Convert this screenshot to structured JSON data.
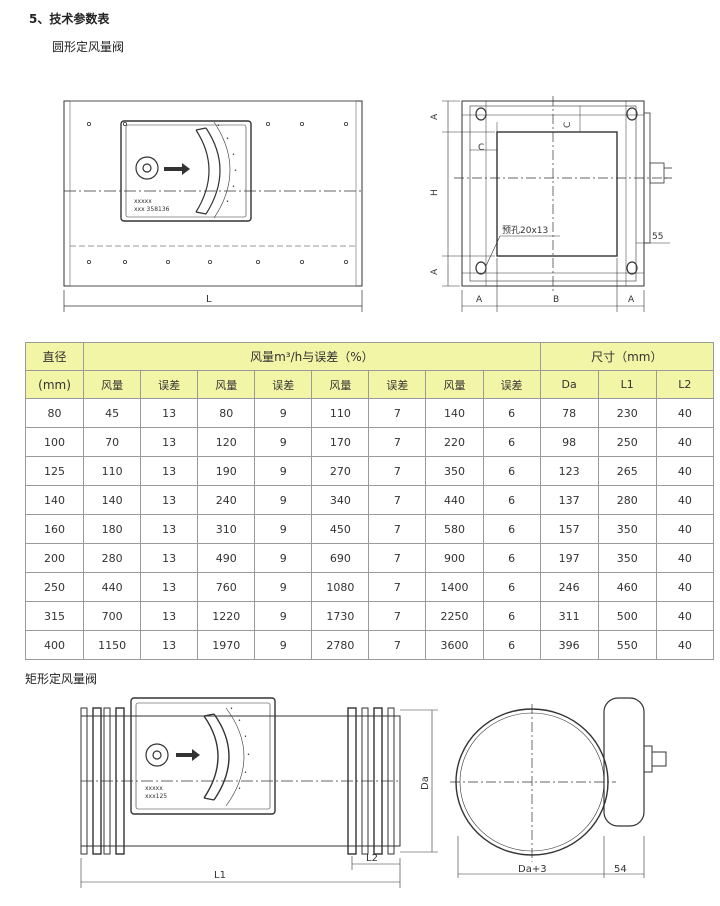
{
  "section_title": "5、技术参数表",
  "round_title": "圆形定风量阀",
  "rect_title": "矩形定风量阀",
  "diagram_top": {
    "label_L": "L",
    "label_A": "A",
    "label_H": "H",
    "label_C": "C",
    "label_B": "B",
    "label_55": "55",
    "hole_label": "预孔20x13",
    "tag_line1": "xxxxx",
    "tag_line2": "xxx 358136"
  },
  "diagram_bottom": {
    "label_L1": "L1",
    "label_L2": "L2",
    "label_Da": "Da",
    "label_Da3": "Da+3",
    "label_54": "54",
    "tag_line1": "xxxxx",
    "tag_line2": "xxx125"
  },
  "table": {
    "col_diameter": "直径",
    "col_diameter_unit": "(mm)",
    "group_airflow": "风量m³/h与误差（%）",
    "group_size": "尺寸（mm）",
    "sub_headers": [
      "风量",
      "误差",
      "风量",
      "误差",
      "风量",
      "误差",
      "风量",
      "误差",
      "Da",
      "L1",
      "L2"
    ],
    "rows": [
      {
        "d": "80",
        "v": [
          "45",
          "13",
          "80",
          "9",
          "110",
          "7",
          "140",
          "6",
          "78",
          "230",
          "40"
        ]
      },
      {
        "d": "100",
        "v": [
          "70",
          "13",
          "120",
          "9",
          "170",
          "7",
          "220",
          "6",
          "98",
          "250",
          "40"
        ]
      },
      {
        "d": "125",
        "v": [
          "110",
          "13",
          "190",
          "9",
          "270",
          "7",
          "350",
          "6",
          "123",
          "265",
          "40"
        ]
      },
      {
        "d": "140",
        "v": [
          "140",
          "13",
          "240",
          "9",
          "340",
          "7",
          "440",
          "6",
          "137",
          "280",
          "40"
        ]
      },
      {
        "d": "160",
        "v": [
          "180",
          "13",
          "310",
          "9",
          "450",
          "7",
          "580",
          "6",
          "157",
          "350",
          "40"
        ]
      },
      {
        "d": "200",
        "v": [
          "280",
          "13",
          "490",
          "9",
          "690",
          "7",
          "900",
          "6",
          "197",
          "350",
          "40"
        ]
      },
      {
        "d": "250",
        "v": [
          "440",
          "13",
          "760",
          "9",
          "1080",
          "7",
          "1400",
          "6",
          "246",
          "460",
          "40"
        ]
      },
      {
        "d": "315",
        "v": [
          "700",
          "13",
          "1220",
          "9",
          "1730",
          "7",
          "2250",
          "6",
          "311",
          "500",
          "40"
        ]
      },
      {
        "d": "400",
        "v": [
          "1150",
          "13",
          "1970",
          "9",
          "2780",
          "7",
          "3600",
          "6",
          "396",
          "550",
          "40"
        ]
      }
    ]
  }
}
